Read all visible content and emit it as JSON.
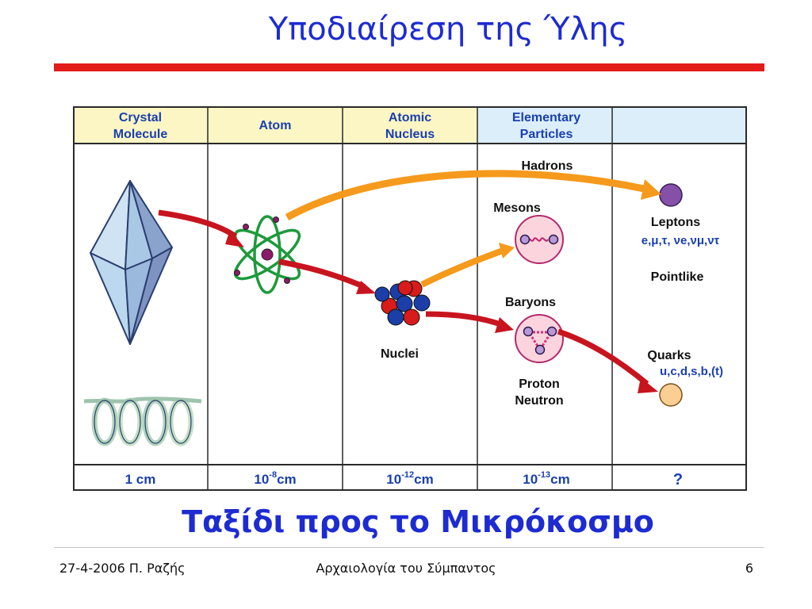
{
  "slide": {
    "title": "Υποδιαίρεση της Ύλης",
    "subtitle": "Ταξίδι προς το Μικρόκοσμο",
    "footer": {
      "left": "27-4-2006 Π. Ραζής",
      "center": "Αρχαιολογία του Σύμπαντος",
      "page": "6"
    }
  },
  "table": {
    "headers": [
      [
        "Crystal",
        "Molecule"
      ],
      [
        "Atom"
      ],
      [
        "Atomic",
        "Nucleus"
      ],
      [
        "Elementary",
        "Particles"
      ],
      []
    ],
    "scales": [
      {
        "base": "1 cm",
        "exp": "",
        "unit": ""
      },
      {
        "base": "10",
        "exp": "-8",
        "unit": "cm"
      },
      {
        "base": "10",
        "exp": "-12",
        "unit": "cm"
      },
      {
        "base": "10",
        "exp": "-13",
        "unit": "cm"
      },
      {
        "base": "?",
        "exp": "",
        "unit": ""
      }
    ]
  },
  "labels": {
    "hadrons": "Hadrons",
    "mesons": "Mesons",
    "baryons": "Baryons",
    "nuclei": "Nuclei",
    "proton": "Proton",
    "neutron": "Neutron",
    "leptons": "Leptons",
    "leptons_list": "e,μ,τ, νe,νμ,ντ",
    "pointlike": "Pointlike",
    "quarks": "Quarks",
    "quarks_list": "u,c,d,s,b,(t)"
  },
  "colors": {
    "title_blue": "#1d2bd1",
    "rule_red": "#e31b1b",
    "header_yellow": "#fbf6c4",
    "header_blue": "#dbeefa",
    "header_text": "#1a3fae",
    "arrow_red": "#c8141e",
    "arrow_orange": "#f59a1c"
  }
}
